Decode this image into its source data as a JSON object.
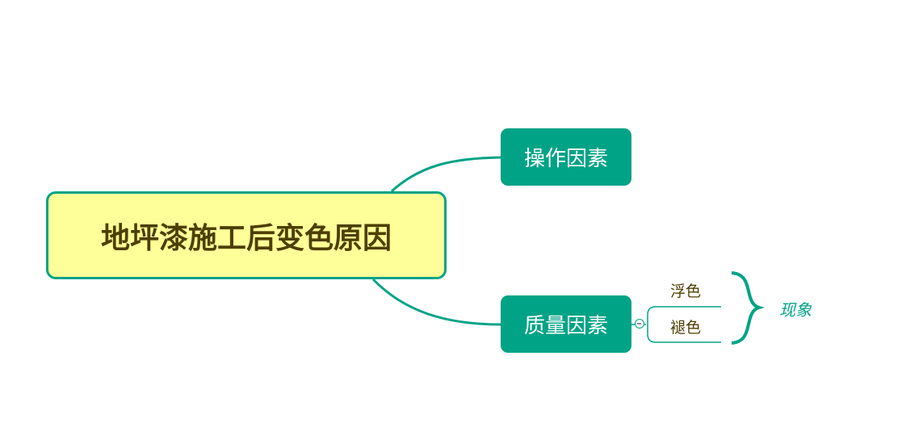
{
  "central": {
    "label": "地坪漆施工后变色原因"
  },
  "branches": [
    {
      "label": "操作因素"
    },
    {
      "label": "质量因素",
      "children": [
        {
          "label": "浮色"
        },
        {
          "label": "褪色"
        }
      ],
      "summary": "现象"
    }
  ],
  "colors": {
    "accent": "#00a386",
    "central_fill": "#ffff99",
    "text_dark": "#4d3f00"
  }
}
